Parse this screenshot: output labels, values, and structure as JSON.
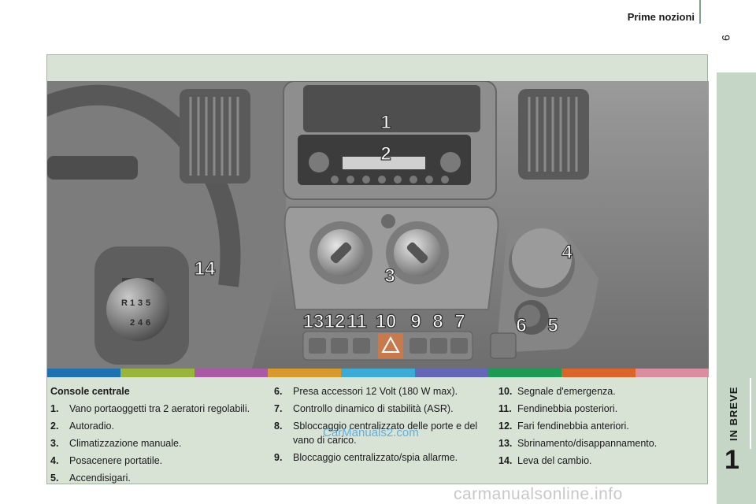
{
  "header": {
    "title": "Prime nozioni",
    "page_number": "9"
  },
  "side_tab": {
    "label": "IN BREVE",
    "chapter": "1"
  },
  "photo": {
    "callouts": [
      "1",
      "2",
      "3",
      "4",
      "5",
      "6",
      "7",
      "8",
      "9",
      "10",
      "11",
      "12",
      "13",
      "14"
    ],
    "gear_pattern": [
      "R",
      "1",
      "3",
      "5",
      "2",
      "4",
      "6"
    ]
  },
  "color_bar": [
    "#1f72b0",
    "#9ab53c",
    "#a85aa5",
    "#d69a2e",
    "#3eaad6",
    "#6467b5",
    "#1f9a54",
    "#d9652b",
    "#d98ea0"
  ],
  "legend": {
    "heading": "Console centrale",
    "col1": [
      {
        "num": "1.",
        "text": "Vano portaoggetti tra 2 aeratori regolabili."
      },
      {
        "num": "2.",
        "text": "Autoradio."
      },
      {
        "num": "3.",
        "text": "Climatizzazione manuale."
      },
      {
        "num": "4.",
        "text": "Posacenere portatile."
      },
      {
        "num": "5.",
        "text": "Accendisigari."
      }
    ],
    "col2": [
      {
        "num": "6.",
        "text": "Presa accessori 12 Volt (180 W max)."
      },
      {
        "num": "7.",
        "text": "Controllo dinamico di stabilità (ASR)."
      },
      {
        "num": "8.",
        "text": "Sbloccaggio centralizzato delle porte e del vano di carico."
      },
      {
        "num": "9.",
        "text": "Bloccaggio centralizzato/spia allarme."
      }
    ],
    "col3": [
      {
        "num": "10.",
        "text": "Segnale d'emergenza."
      },
      {
        "num": "11.",
        "text": "Fendinebbia posteriori."
      },
      {
        "num": "12.",
        "text": "Fari fendinebbia anteriori."
      },
      {
        "num": "13.",
        "text": "Sbrinamento/disappannamento."
      },
      {
        "num": "14.",
        "text": "Leva del cambio."
      }
    ]
  },
  "watermarks": {
    "inline": "CarManuals2.com",
    "footer": "carmanualsonline.info"
  }
}
